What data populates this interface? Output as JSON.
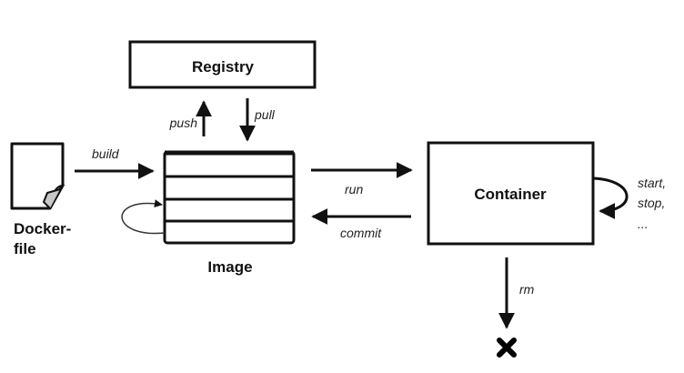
{
  "nodes": {
    "registry": "Registry",
    "image": "Image",
    "container": "Container",
    "dockerfile_line1": "Docker-",
    "dockerfile_line2": "file"
  },
  "edges": {
    "build": "build",
    "push": "push",
    "pull": "pull",
    "run": "run",
    "commit": "commit",
    "rm": "rm",
    "container_loop_line1": "start,",
    "container_loop_line2": "stop,",
    "container_loop_line3": "..."
  },
  "icons": {
    "dockerfile": "document-icon",
    "removed": "x-mark-icon"
  }
}
